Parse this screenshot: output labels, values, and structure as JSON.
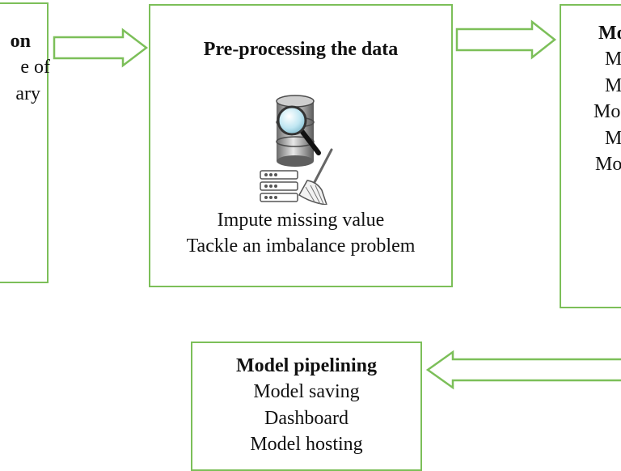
{
  "colors": {
    "box_border": "#7cbf59",
    "arrow": "#7cbf59",
    "text": "#111111",
    "background": "#ffffff"
  },
  "boxes": {
    "collection": {
      "title": "on",
      "lines": [
        "e of",
        "ary"
      ]
    },
    "preprocessing": {
      "title": "Pre-processing the data",
      "icon": "database-search-cleaning-icon",
      "lines": [
        "Impute missing value",
        "Tackle an imbalance problem"
      ]
    },
    "modeling": {
      "title": "Mo",
      "lines": [
        "M",
        "M",
        "Mo",
        "M",
        "Mo"
      ]
    },
    "pipelining": {
      "title": "Model pipelining",
      "lines": [
        "Model saving",
        "Dashboard",
        "Model hosting"
      ]
    }
  },
  "arrows": [
    {
      "from": "collection",
      "to": "preprocessing",
      "direction": "right"
    },
    {
      "from": "preprocessing",
      "to": "modeling",
      "direction": "right"
    },
    {
      "from": "modeling",
      "to": "pipelining",
      "direction": "left"
    }
  ]
}
